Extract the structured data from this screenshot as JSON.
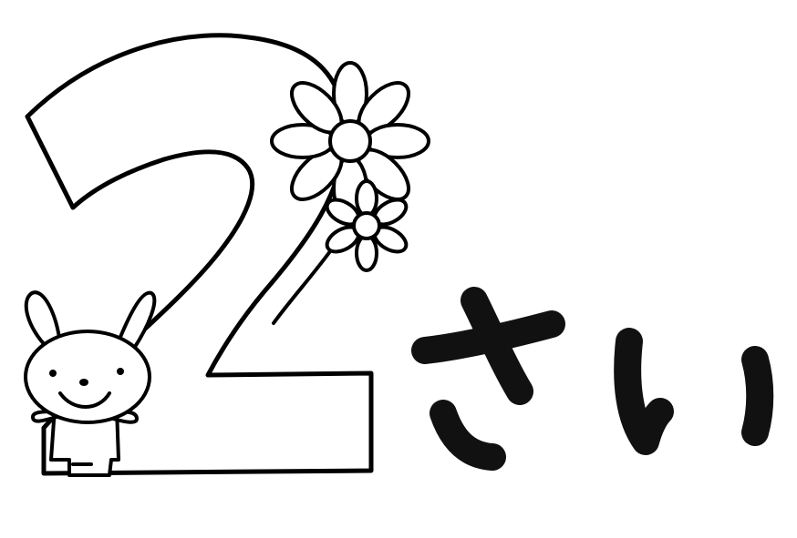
{
  "caption": {
    "text": "さい"
  },
  "illustration": {
    "numeral": "2",
    "stroke_color": "#000000",
    "fill_color": "#ffffff",
    "icons": [
      "numeral-two-outline",
      "large-flower-icon",
      "small-flower-icon",
      "bunny-icon"
    ]
  }
}
